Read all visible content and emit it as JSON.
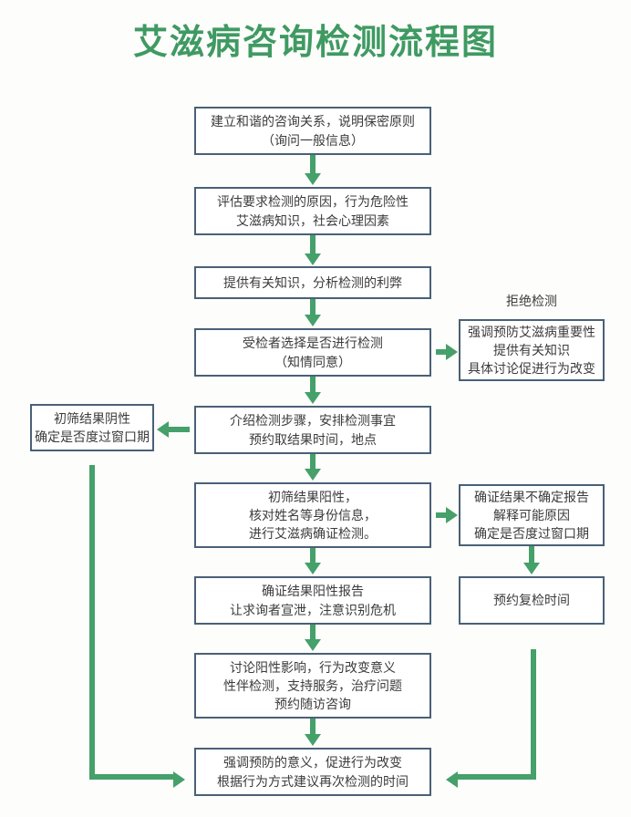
{
  "title": "艾滋病咨询检测流程图",
  "theme": {
    "title_color": "#3f9a62",
    "box_border_color": "#4a6076",
    "box_fill_color": "#ffffff",
    "arrow_color": "#45a06a",
    "text_color": "#3b3b3b",
    "background_color": "#fdfdfc"
  },
  "labels": {
    "refuse_test": "拒绝检测"
  },
  "nodes": {
    "n1": {
      "lines": [
        "建立和谐的咨询关系，说明保密原则",
        "（询问一般信息）"
      ]
    },
    "n2": {
      "lines": [
        "评估要求检测的原因，行为危险性",
        "艾滋病知识，社会心理因素"
      ]
    },
    "n3": {
      "lines": [
        "提供有关知识，分析检测的利弊"
      ]
    },
    "n4": {
      "lines": [
        "受检者选择是否进行检测",
        "（知情同意）"
      ]
    },
    "n4r": {
      "lines": [
        "强调预防艾滋病重要性",
        "提供有关知识",
        "具体讨论促进行为改变"
      ]
    },
    "n5": {
      "lines": [
        "介绍检测步骤，安排检测事宜",
        "预约取结果时间，地点"
      ]
    },
    "n5l": {
      "lines": [
        "初筛结果阴性",
        "确定是否度过窗口期"
      ]
    },
    "n6": {
      "lines": [
        "初筛结果阳性，",
        "核对姓名等身份信息，",
        "进行艾滋病确证检测。"
      ]
    },
    "n6r": {
      "lines": [
        "确证结果不确定报告",
        "解释可能原因",
        "确定是否度过窗口期"
      ]
    },
    "n7": {
      "lines": [
        "确证结果阳性报告",
        "让求询者宣泄，注意识别危机"
      ]
    },
    "n7r": {
      "lines": [
        "预约复检时间"
      ]
    },
    "n8": {
      "lines": [
        "讨论阳性影响，行为改变意义",
        "性伴检测，支持服务，治疗问题",
        "预约随访咨询"
      ]
    },
    "n9": {
      "lines": [
        "强调预防的意义，促进行为改变",
        "根据行为方式建议再次检测的时间"
      ]
    }
  },
  "flow": {
    "connections": [
      {
        "from": "n1",
        "to": "n2",
        "direction": "down"
      },
      {
        "from": "n2",
        "to": "n3",
        "direction": "down"
      },
      {
        "from": "n3",
        "to": "n4",
        "direction": "down"
      },
      {
        "from": "n4",
        "to": "n4r",
        "direction": "right",
        "label": "拒绝检测"
      },
      {
        "from": "n4",
        "to": "n5",
        "direction": "down"
      },
      {
        "from": "n5",
        "to": "n5l",
        "direction": "left"
      },
      {
        "from": "n5",
        "to": "n6",
        "direction": "down"
      },
      {
        "from": "n6",
        "to": "n6r",
        "direction": "right"
      },
      {
        "from": "n6",
        "to": "n7",
        "direction": "down"
      },
      {
        "from": "n6r",
        "to": "n7r",
        "direction": "down"
      },
      {
        "from": "n7",
        "to": "n8",
        "direction": "down"
      },
      {
        "from": "n8",
        "to": "n9",
        "direction": "down"
      },
      {
        "from": "n5l",
        "to": "n9",
        "direction": "down-right-elbow"
      },
      {
        "from": "n7r",
        "to": "n9",
        "direction": "down-left-elbow"
      }
    ]
  }
}
